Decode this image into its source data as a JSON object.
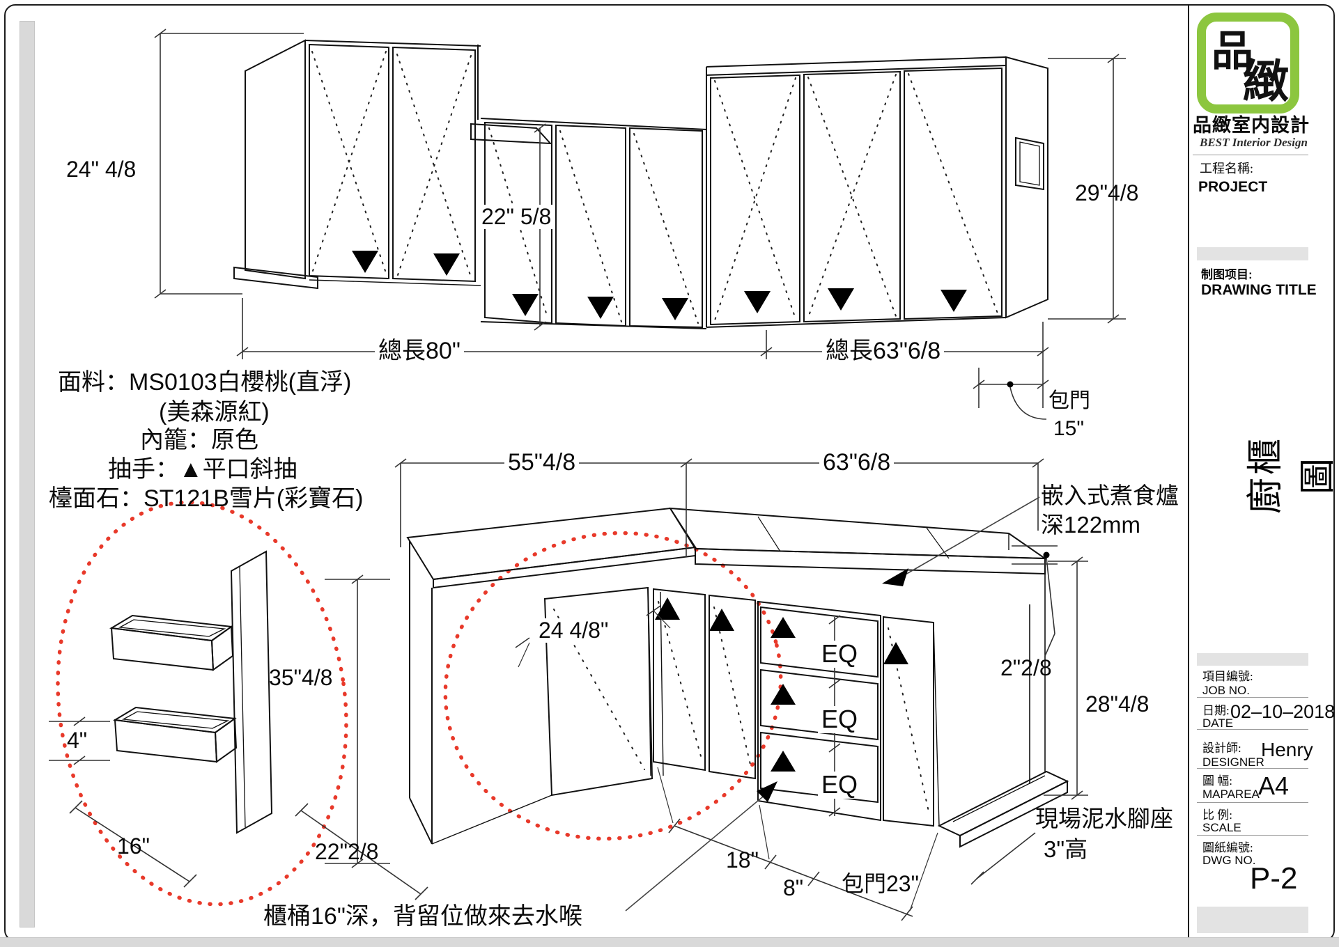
{
  "page": {
    "bg": "#ffffff",
    "border_color": "#1c1c1c",
    "accent_red": "#e8392a",
    "logo_green": "#8cc63f"
  },
  "title_block": {
    "logo": {
      "char_top": "品",
      "char_bottom": "緻",
      "subtitle_cn": "品緻室内設計",
      "subtitle_en": "BEST Interior Design"
    },
    "project": {
      "label_cn": "工程名稱:",
      "value": "PROJECT"
    },
    "drawing_title": {
      "label_cn": "制图项目:",
      "value": "DRAWING TITLE"
    },
    "side_title_vertical": "廚櫃圖",
    "fields": [
      {
        "label_cn": "項目編號:",
        "label_en": "JOB NO.",
        "value": ""
      },
      {
        "label_cn": "日期:",
        "label_en": "DATE",
        "value": "02–10–2018"
      },
      {
        "label_cn": "設計師:",
        "label_en": "DESIGNER",
        "value": "Henry"
      },
      {
        "label_cn": "圖  幅:",
        "label_en": "MAPAREA",
        "value": "A4"
      },
      {
        "label_cn": "比  例:",
        "label_en": "SCALE",
        "value": ""
      },
      {
        "label_cn": "圖紙編號:",
        "label_en": "DWG NO.",
        "value": "P-2"
      }
    ]
  },
  "materials_note": {
    "line1": "面料：MS0103白櫻桃(直浮)",
    "line2": "(美森源紅)",
    "line3": "內籠：原色",
    "line4": "抽手：▲平口斜抽",
    "line5": "檯面石：ST121B雪片(彩寶石)"
  },
  "annotations": {
    "cooktop_line1": "嵌入式煮食爐",
    "cooktop_line2": "深122mm",
    "site_base_line1": "現場泥水腳座",
    "site_base_line2": "3\"高",
    "cabinet_note": "櫃桶16\"深，背留位做來去水喉",
    "wrap_door_label": "包門",
    "wrap_door_value": "15\"",
    "wrap_door_bottom": "包門23\""
  },
  "dimensions": {
    "top_view": {
      "left_height": "24\" 4/8",
      "mid_height": "22\" 5/8",
      "right_height": "29\"4/8",
      "total_left": "總長80\"",
      "total_right": "總長63\"6/8"
    },
    "bottom_view": {
      "top_left": "55\"4/8",
      "top_right": "63\"6/8",
      "panel_width": "24 4/8\"",
      "unit_height": "35\"4/8",
      "tray_height": "4\"",
      "tray_depth": "16\"",
      "left_depth": "22\"2/8",
      "counter_edge": "2\"2/8",
      "right_height": "28\"4/8",
      "drawer_width": "18\"",
      "gap": "8\"",
      "eq": "EQ"
    }
  }
}
